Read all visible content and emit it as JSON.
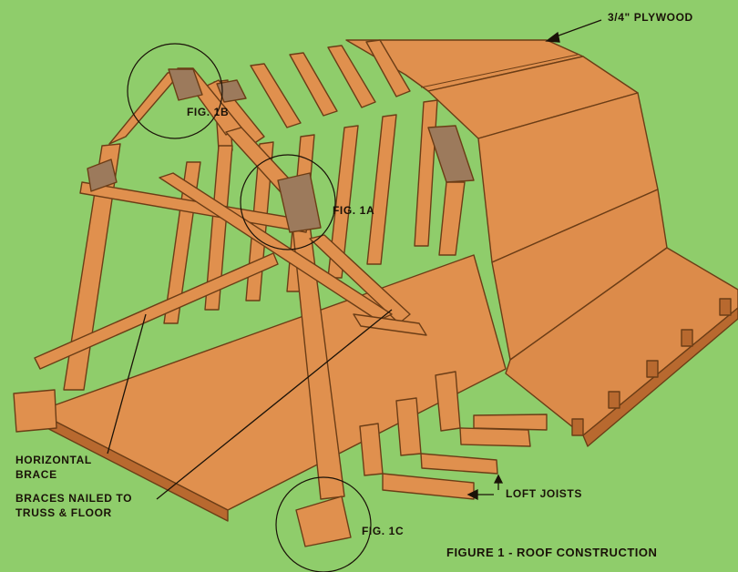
{
  "colors": {
    "background": "#8fcd6b",
    "wood": "#e0904e",
    "wood_dark": "#b8692f",
    "gusset": "#9c7a5c",
    "ink": "#1a1208"
  },
  "labels": {
    "plywood": "3/4\" PLYWOOD",
    "fig_1b": "FIG. 1B",
    "fig_1a": "FIG. 1A",
    "fig_1c": "FIG. 1C",
    "horizontal_brace_1": "HORIZONTAL",
    "horizontal_brace_2": "BRACE",
    "braces_nailed_1": "BRACES NAILED TO",
    "braces_nailed_2": "TRUSS & FLOOR",
    "loft_joists": "LOFT JOISTS",
    "caption": "FIGURE 1 - ROOF CONSTRUCTION"
  }
}
